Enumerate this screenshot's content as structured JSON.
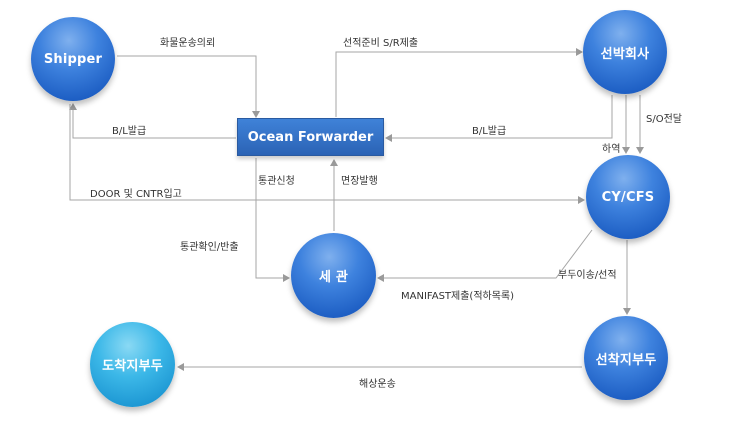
{
  "nodes": {
    "shipper": "Shipper",
    "carrier": "선박회사",
    "forwarder": "Ocean Forwarder",
    "cy_cfs": "CY/CFS",
    "customs": "세 관",
    "loading_port": "선착지부두",
    "destination_port": "도착지부두"
  },
  "edges": {
    "shipping_request": "화물운송의뢰",
    "sr_submit": "선적준비 S/R제출",
    "bl_to_shipper": "B/L발급",
    "bl_to_forwarder": "B/L발급",
    "so_delivery": "S/O전달",
    "unloading": "하역",
    "door_cntr": "DOOR 및 CNTR입고",
    "customs_application": "통관신청",
    "license_issue": "면장발행",
    "clearance_release": "통관확인/반출",
    "manifest_submit": "MANIFAST제출(적하목록)",
    "quay_transfer": "부두이송/선적",
    "sea_transport": "해상운송"
  },
  "colors": {
    "node_blue": "#2f73d6",
    "node_teal": "#2aa8e0",
    "line": "#a6a6a6"
  }
}
